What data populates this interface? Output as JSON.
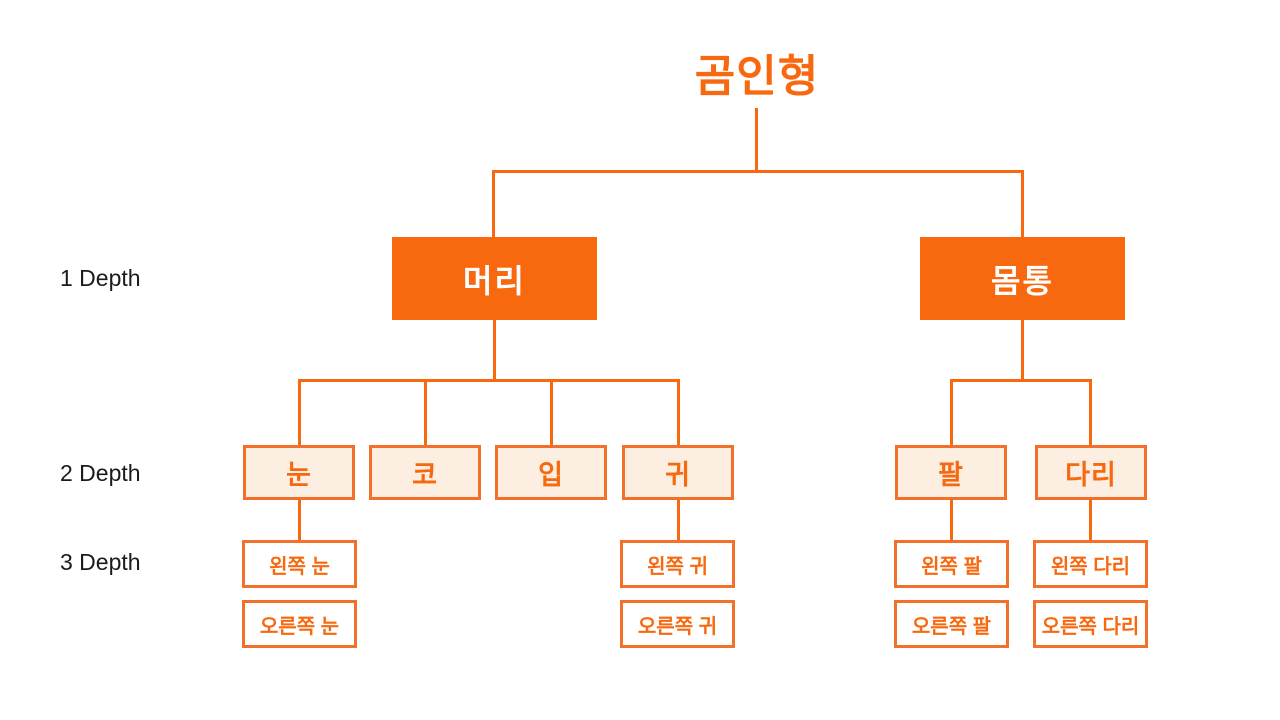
{
  "title": "곰인형",
  "depth_labels": [
    "1 Depth",
    "2 Depth",
    "3 Depth"
  ],
  "colors": {
    "orange": "#f8690f",
    "border_orange": "#f3702a",
    "light_fill": "#fceee1",
    "label_text": "#1b1b1b",
    "node_text_on_orange": "#ffffff"
  },
  "tree": {
    "root": "곰인형",
    "children": [
      {
        "label": "머리",
        "children": [
          {
            "label": "눈",
            "children": [
              "왼쪽 눈",
              "오른쪽 눈"
            ]
          },
          {
            "label": "코",
            "children": []
          },
          {
            "label": "입",
            "children": []
          },
          {
            "label": "귀",
            "children": [
              "왼쪽 귀",
              "오른쪽 귀"
            ]
          }
        ]
      },
      {
        "label": "몸통",
        "children": [
          {
            "label": "팔",
            "children": [
              "왼쪽 팔",
              "오른쪽 팔"
            ]
          },
          {
            "label": "다리",
            "children": [
              "왼쪽 다리",
              "오른쪽 다리"
            ]
          }
        ]
      }
    ]
  },
  "nodes": {
    "depth1": [
      "머리",
      "몸통"
    ],
    "depth2": [
      "눈",
      "코",
      "입",
      "귀",
      "팔",
      "다리"
    ],
    "depth3": [
      "왼쪽 눈",
      "오른쪽 눈",
      "왼쪽 귀",
      "오른쪽 귀",
      "왼쪽 팔",
      "오른쪽 팔",
      "왼쪽 다리",
      "오른쪽 다리"
    ]
  }
}
